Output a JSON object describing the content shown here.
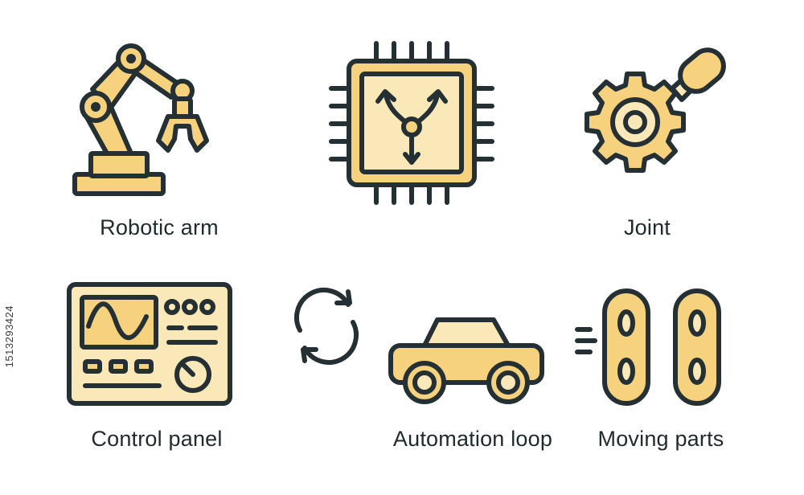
{
  "labels": {
    "robotic_arm": "Robotic arm",
    "joint": "Joint",
    "control_panel": "Control panel",
    "automation_loop": "Automation loop",
    "moving_parts": "Moving parts"
  },
  "side_id": "1513293424",
  "colors": {
    "fill": "#f6d27e",
    "fill_light": "#fbe8b8",
    "stroke": "#243033"
  },
  "icons": [
    "robotic-arm-icon",
    "processor-chip-icon",
    "gear-joint-icon",
    "control-panel-icon",
    "refresh-cycle-icon",
    "car-icon",
    "moving-parts-icon"
  ]
}
